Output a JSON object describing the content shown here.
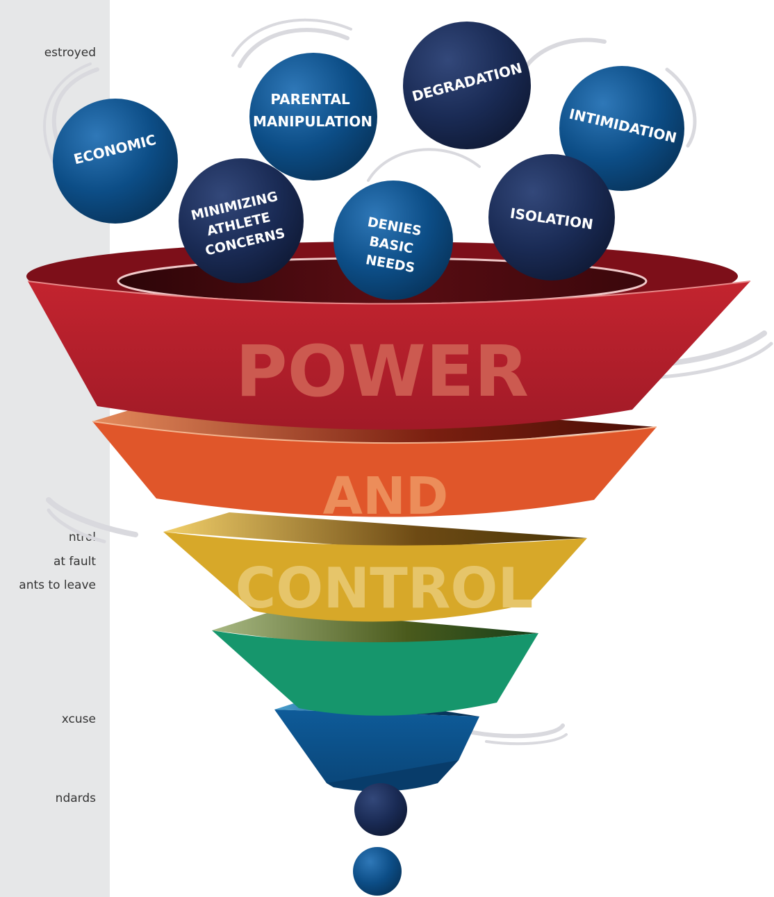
{
  "side_panel": {
    "lines": [
      "estroyed",
      "ntrol",
      "at fault",
      "ants to leave",
      "xcuse",
      "ndards"
    ]
  },
  "funnel": {
    "words": [
      "POWER",
      "AND",
      "CONTROL"
    ]
  },
  "balls": [
    {
      "label_lines": [
        "ECONOMIC"
      ],
      "color": "#0c4d86"
    },
    {
      "label_lines": [
        "PARENTAL",
        "MANIPULATION"
      ],
      "color": "#0c4d86"
    },
    {
      "label_lines": [
        "DEGRADATION"
      ],
      "color": "#1a2b55"
    },
    {
      "label_lines": [
        "INTIMIDATION"
      ],
      "color": "#0c4d86"
    },
    {
      "label_lines": [
        "MINIMIZING",
        "ATHLETE",
        "CONCERNS"
      ],
      "color": "#1a2b55"
    },
    {
      "label_lines": [
        "DENIES",
        "BASIC",
        "NEEDS"
      ],
      "color": "#0c4d86"
    },
    {
      "label_lines": [
        "ISOLATION"
      ],
      "color": "#1a2b55"
    }
  ],
  "colors": {
    "red": "#b01f2e",
    "orange": "#e0562a",
    "yellow": "#d7a829",
    "green": "#16966c",
    "blue": "#0c5592",
    "navy": "#1a2b55",
    "panel": "#e6e7e8"
  }
}
